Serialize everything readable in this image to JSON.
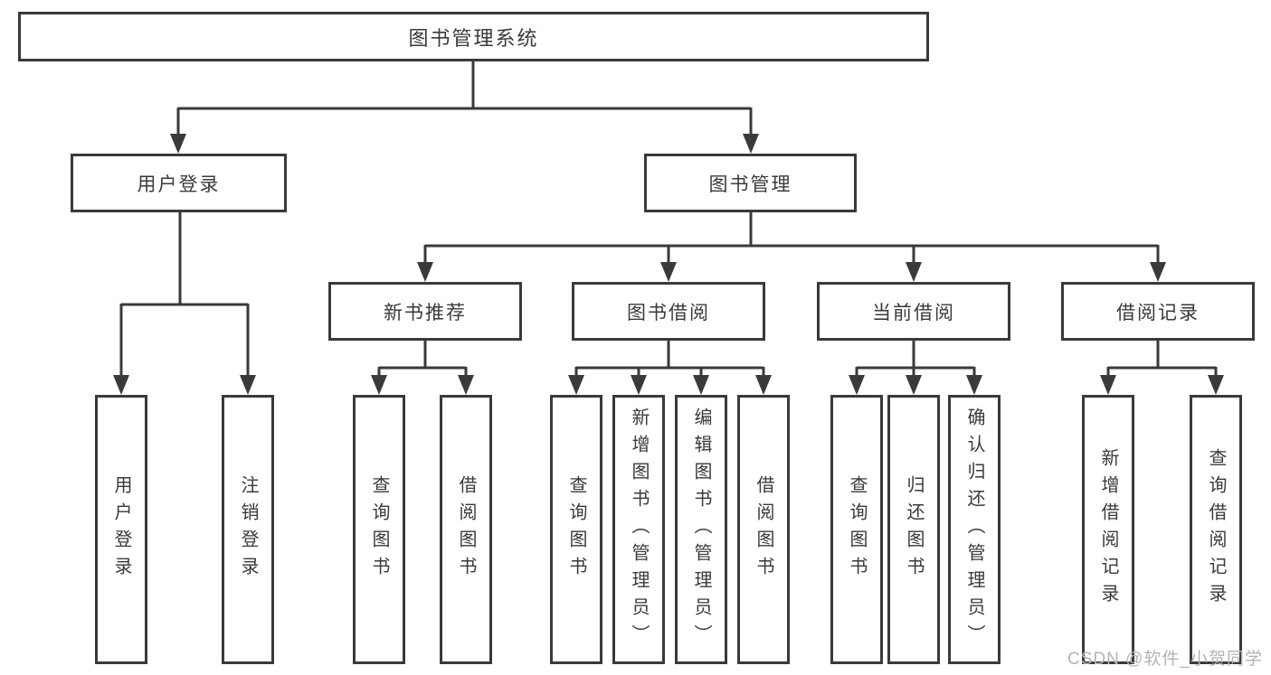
{
  "diagram": {
    "root": {
      "label": "图书管理系统"
    },
    "level2": {
      "user": {
        "label": "用户登录",
        "leaves": [
          "用户登录",
          "注销登录"
        ]
      },
      "books": {
        "label": "图书管理"
      }
    },
    "sections": [
      {
        "label": "新书推荐",
        "leaves": [
          "查询图书",
          "借阅图书"
        ]
      },
      {
        "label": "图书借阅",
        "leaves": [
          "查询图书",
          "新增图书（管理员）",
          "编辑图书（管理员）",
          "借阅图书"
        ]
      },
      {
        "label": "当前借阅",
        "leaves": [
          "查询图书",
          "归还图书",
          "确认归还（管理员）"
        ]
      },
      {
        "label": "借阅记录",
        "leaves": [
          "新增借阅记录",
          "查询借阅记录"
        ]
      }
    ],
    "colors": {
      "line": "#3a3a3a",
      "box_border": "#3a3a3a",
      "box_fill": "#ffffff",
      "text": "#3a3a3a",
      "watermark": "#b3b3b3"
    }
  },
  "watermark": {
    "text": "CSDN @软件_小贺同学"
  }
}
